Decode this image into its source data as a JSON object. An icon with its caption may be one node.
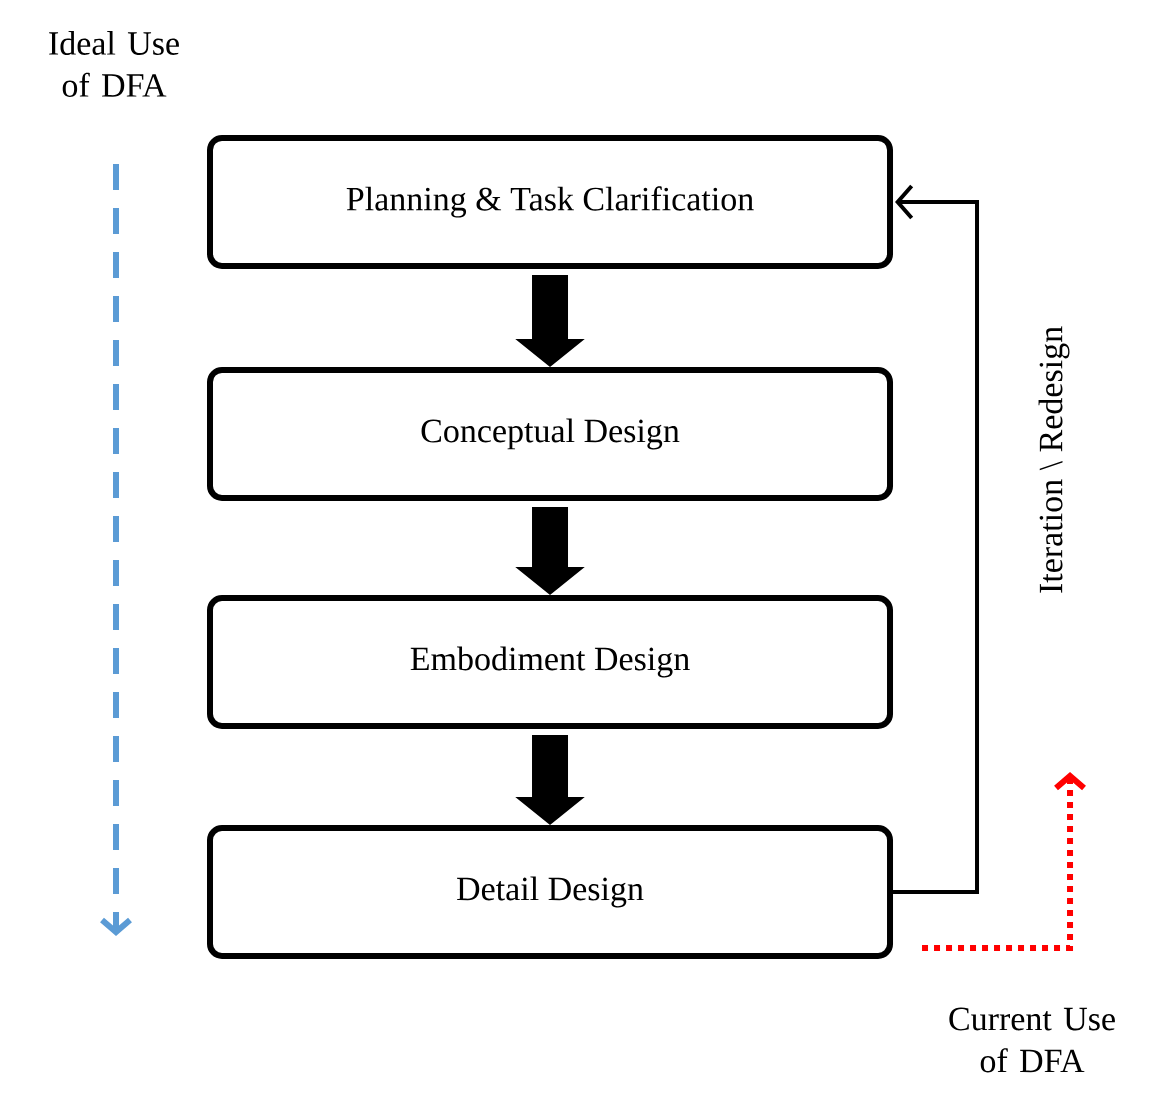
{
  "diagram": {
    "nodes": [
      {
        "text": [
          "Planning & Task Clarification"
        ]
      },
      {
        "text": [
          "Conceptual Design"
        ]
      },
      {
        "text": [
          "Embodiment Design"
        ]
      },
      {
        "text": [
          "Detail Design"
        ]
      }
    ],
    "edges": [
      {
        "from": 0,
        "to": 1,
        "arrow": "to"
      },
      {
        "from": 1,
        "to": 2,
        "arrow": "to"
      },
      {
        "from": 2,
        "to": 3,
        "arrow": "to"
      },
      {
        "from": 3,
        "to": 0,
        "arrow": "to",
        "label": "Iteration \\ Redesign"
      }
    ],
    "labels": [
      "Ideal Use of DFA",
      "Current Use of DFA"
    ]
  }
}
